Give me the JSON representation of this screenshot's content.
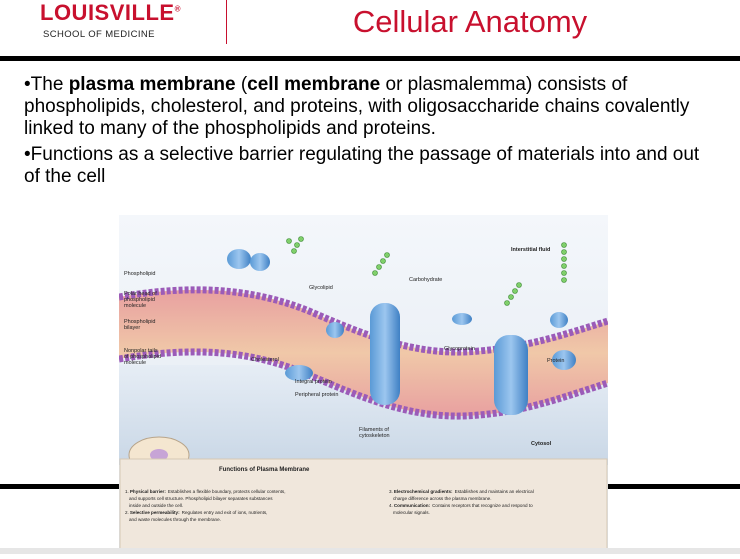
{
  "header": {
    "logo_text": "LOUISVILLE",
    "logo_mark": "®",
    "logo_subtitle": "SCHOOL OF MEDICINE",
    "title": "Cellular Anatomy"
  },
  "colors": {
    "brand_red": "#c8102e",
    "rule_black": "#000000"
  },
  "bullets": [
    {
      "marker": "•",
      "parts": [
        {
          "text": "The ",
          "bold": false
        },
        {
          "text": "plasma membrane",
          "bold": true
        },
        {
          "text": " (",
          "bold": false
        },
        {
          "text": "cell membrane",
          "bold": true
        },
        {
          "text": " or plasmalemma) consists of phospholipids, cholesterol, and proteins, with oligosaccharide chains covalently linked to many of the phospholipids and proteins.",
          "bold": false
        }
      ]
    },
    {
      "marker": "•",
      "parts": [
        {
          "text": "Functions as a selective barrier regulating the passage of materials into and out of the cell",
          "bold": false
        }
      ]
    }
  ],
  "figure": {
    "labels": {
      "interstitial_fluid": "Interstitial fluid",
      "phospholipid": "Phospholipid",
      "polar_head_1": "Polar head of",
      "polar_head_2": "phospholipid",
      "polar_head_3": "molecule",
      "bilayer_1": "Phospholipid",
      "bilayer_2": "bilayer",
      "nonpolar_1": "Nonpolar tails",
      "nonpolar_2": "of phospholipid",
      "nonpolar_3": "molecule",
      "glycolipid": "Glycolipid",
      "carbohydrate": "Carbohydrate",
      "cholesterol": "Cholesterol",
      "glycoprotein": "Glycoprotein",
      "protein": "Protein",
      "integral_protein": "Integral protein",
      "peripheral_protein": "Peripheral protein",
      "filaments_1": "Filaments of",
      "filaments_2": "cytoskeleton",
      "cytosol": "Cytosol"
    },
    "functions": {
      "title": "Functions of Plasma Membrane",
      "items": [
        {
          "num": "1.",
          "head": "Physical barrier:",
          "lines": [
            "Establishes a flexible boundary, protects cellular contents,",
            "and supports cell structure. Phospholipid bilayer separates substances",
            "inside and outside the cell."
          ]
        },
        {
          "num": "2.",
          "head": "Selective permeability:",
          "lines": [
            "Regulates entry and exit of ions, nutrients,",
            "and waste molecules through the membrane."
          ]
        },
        {
          "num": "3.",
          "head": "Electrochemical gradients:",
          "lines": [
            "Establishes and maintains an electrical",
            "charge difference across the plasma membrane."
          ]
        },
        {
          "num": "4.",
          "head": "Communication:",
          "lines": [
            "Contains receptors that recognize and respond to",
            "molecular signals."
          ]
        }
      ]
    }
  }
}
